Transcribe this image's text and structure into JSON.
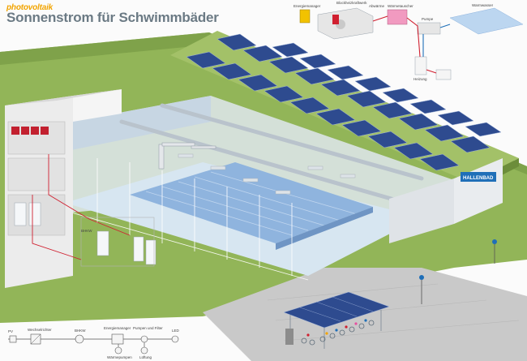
{
  "brand": "photovoltaik",
  "title": "Sonnenstrom für Schwimmbäder",
  "top_schematic": {
    "labels": {
      "energiemanager": "Energiemanager",
      "blockheizkraftwerk": "Blockheizkraftwerk",
      "abwaerme": "Abwärme",
      "waermetauscher": "Wärmetauscher",
      "pumpe": "Pumpe",
      "warmwasser": "Warmwasser",
      "heizung": "Heizung"
    }
  },
  "building": {
    "sign": "HALLENBAD",
    "bhkw_label": "BHKW"
  },
  "bottom_schematic": {
    "labels": {
      "pv": "PV",
      "wechselrichter": "Wechselrichter",
      "bhkw": "BHKW",
      "energiemanager": "Energiemanager",
      "pumpen": "Pumpen und Filter",
      "led": "LED",
      "waermepumpen": "Wärmepumpen",
      "lueftung": "Lüftung"
    }
  },
  "colors": {
    "grass": "#92b558",
    "wall": "#ececec",
    "pool": "#a9c6e6",
    "solar": "#2e4b8f",
    "accent": "#d02030"
  }
}
